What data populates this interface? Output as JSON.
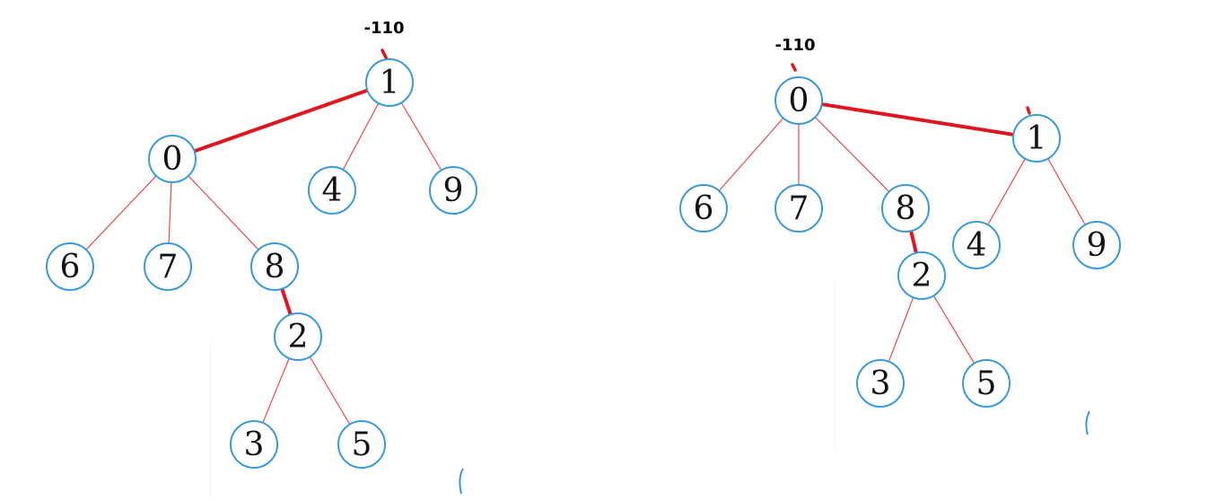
{
  "figure": {
    "panels": [
      {
        "id": "left-tree",
        "root_label": "-110",
        "nodes": [
          {
            "key": "n1",
            "label": "1"
          },
          {
            "key": "n0",
            "label": "0"
          },
          {
            "key": "n4",
            "label": "4"
          },
          {
            "key": "n9",
            "label": "9"
          },
          {
            "key": "n6",
            "label": "6"
          },
          {
            "key": "n7",
            "label": "7"
          },
          {
            "key": "n8",
            "label": "8"
          },
          {
            "key": "n2",
            "label": "2"
          },
          {
            "key": "n3",
            "label": "3"
          },
          {
            "key": "n5",
            "label": "5"
          }
        ],
        "edges": [
          {
            "from": "n1",
            "to": "n0",
            "highlight": true
          },
          {
            "from": "n1",
            "to": "n4",
            "highlight": false
          },
          {
            "from": "n1",
            "to": "n9",
            "highlight": false
          },
          {
            "from": "n0",
            "to": "n6",
            "highlight": false
          },
          {
            "from": "n0",
            "to": "n7",
            "highlight": false
          },
          {
            "from": "n0",
            "to": "n8",
            "highlight": false
          },
          {
            "from": "n8",
            "to": "n2",
            "highlight": true
          },
          {
            "from": "n2",
            "to": "n3",
            "highlight": false
          },
          {
            "from": "n2",
            "to": "n5",
            "highlight": false
          }
        ]
      },
      {
        "id": "right-tree",
        "root_label": "-110",
        "nodes": [
          {
            "key": "n0",
            "label": "0"
          },
          {
            "key": "n1",
            "label": "1"
          },
          {
            "key": "n6",
            "label": "6"
          },
          {
            "key": "n7",
            "label": "7"
          },
          {
            "key": "n8",
            "label": "8"
          },
          {
            "key": "n4",
            "label": "4"
          },
          {
            "key": "n9",
            "label": "9"
          },
          {
            "key": "n2",
            "label": "2"
          },
          {
            "key": "n3",
            "label": "3"
          },
          {
            "key": "n5",
            "label": "5"
          }
        ],
        "edges": [
          {
            "from": "n0",
            "to": "n1",
            "highlight": true
          },
          {
            "from": "n0",
            "to": "n6",
            "highlight": false
          },
          {
            "from": "n0",
            "to": "n7",
            "highlight": false
          },
          {
            "from": "n0",
            "to": "n8",
            "highlight": false
          },
          {
            "from": "n1",
            "to": "n4",
            "highlight": false
          },
          {
            "from": "n1",
            "to": "n9",
            "highlight": false
          },
          {
            "from": "n8",
            "to": "n2",
            "highlight": true
          },
          {
            "from": "n2",
            "to": "n3",
            "highlight": false
          },
          {
            "from": "n2",
            "to": "n5",
            "highlight": false
          }
        ]
      }
    ],
    "colors": {
      "node_stroke": "#3a9ad9",
      "edge": "#e8474f",
      "edge_highlight": "#e0151f"
    }
  }
}
